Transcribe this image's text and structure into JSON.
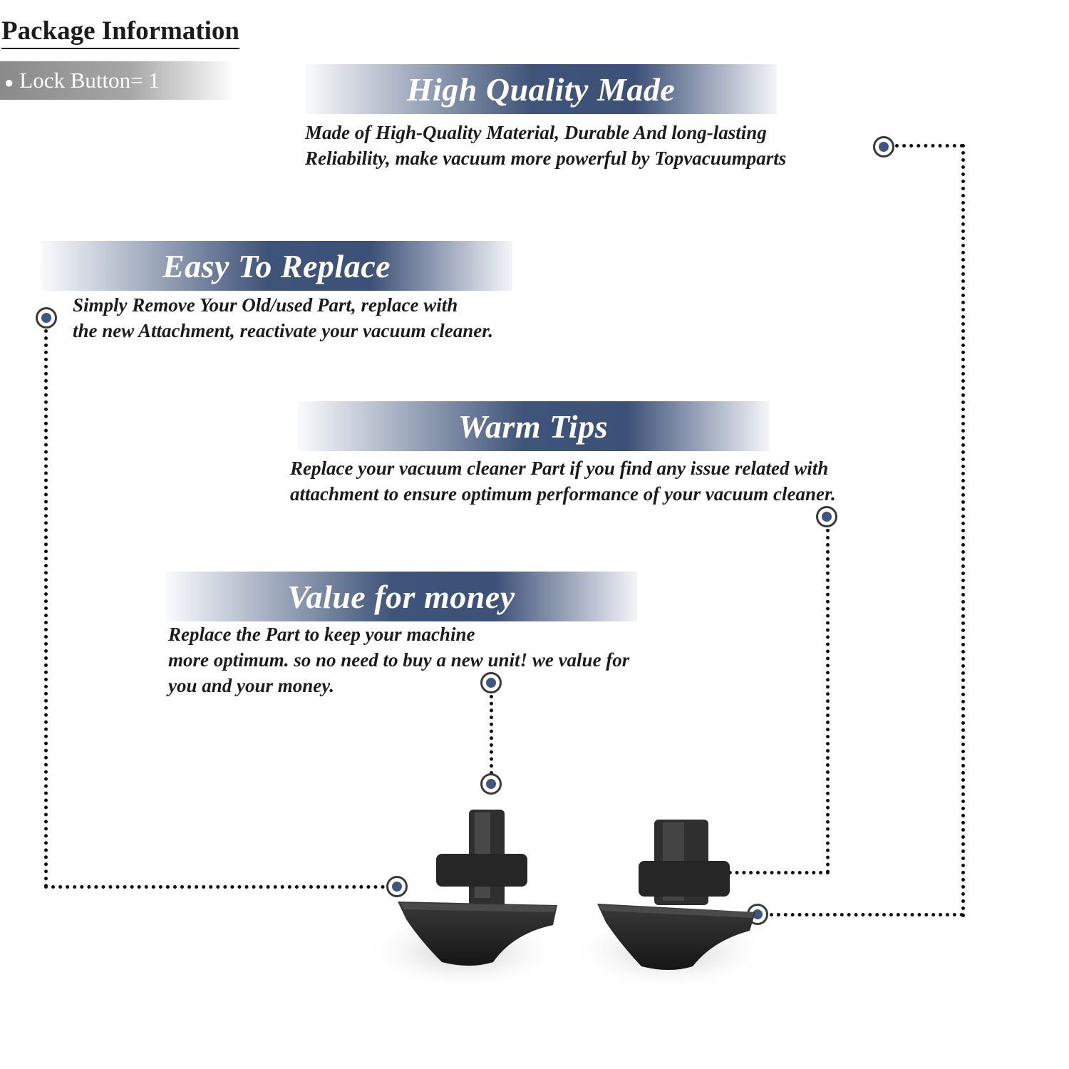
{
  "package": {
    "title": "Package Information",
    "item": "Lock Button= 1"
  },
  "features": {
    "quality": {
      "heading": "High Quality Made",
      "text": "Made of  High-Quality Material, Durable And long-lasting\nReliability, make vacuum more powerful by Topvacuumparts"
    },
    "replace": {
      "heading": "Easy To Replace",
      "text": "Simply Remove Your Old/used Part, replace with\nthe new Attachment, reactivate your vacuum cleaner."
    },
    "tips": {
      "heading": "Warm Tips",
      "text": "Replace your vacuum cleaner Part if you find any issue related with\n attachment to ensure optimum performance of your vacuum cleaner."
    },
    "value": {
      "heading": "Value for money",
      "text": "Replace the Part to keep your machine\nmore optimum. so no need to buy a new unit! we value for\nyou and your money."
    }
  },
  "colors": {
    "banner_navy": "#3f5479",
    "node_fill": "#3e5682",
    "text": "#1c1c1c"
  }
}
